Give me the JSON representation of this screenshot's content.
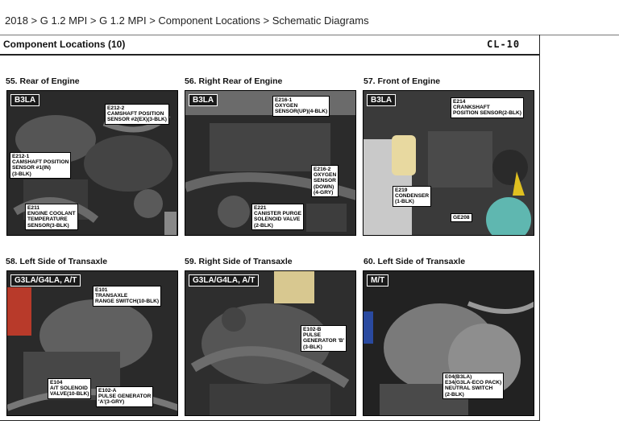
{
  "breadcrumb": "2018 > G 1.2 MPI > G 1.2 MPI > Component Locations > Schematic Diagrams",
  "header": {
    "title": "Component Locations (10)",
    "code": "CL-10"
  },
  "panels": [
    {
      "caption": "55. Rear of Engine",
      "badge": "B3LA",
      "labels": [
        "E212-2\nCAMSHAFT POSITION\nSENSOR #2(EX)(3-BLK)",
        "E212-1\nCAMSHAFT POSITION\nSENSOR #1(IN)\n(3-BLK)",
        "E211\nENGINE COOLANT\nTEMPERATURE\nSENSOR(3-BLK)"
      ]
    },
    {
      "caption": "56. Right Rear of Engine",
      "badge": "B3LA",
      "labels": [
        "E216-1\nOXYGEN\nSENSOR(UP)(4-BLK)",
        "E216-2\nOXYGEN\nSENSOR\n(DOWN)\n(4-GRY)",
        "E221\nCANISTER PURGE\nSOLENOID VALVE\n(2-BLK)"
      ]
    },
    {
      "caption": "57. Front of Engine",
      "badge": "B3LA",
      "labels": [
        "E214\nCRANKSHAFT\nPOSITION SENSOR(2-BLK)",
        "E219\nCONDENSER\n(1-BLK)",
        "GE208"
      ]
    },
    {
      "caption": "58. Left Side of Transaxle",
      "badge": "G3LA/G4LA, A/T",
      "labels": [
        "E101\nTRANSAXLE\nRANGE SWITCH(10-BLK)",
        "E104\nA/T SOLENOID\nVALVE(10-BLK)",
        "E102-A\nPULSE GENERATOR\n'A'(3-GRY)"
      ]
    },
    {
      "caption": "59. Right Side of Transaxle",
      "badge": "G3LA/G4LA, A/T",
      "labels": [
        "E102-B\nPULSE\nGENERATOR 'B'\n(3-BLK)"
      ]
    },
    {
      "caption": "60. Left Side of Transaxle",
      "badge": "M/T",
      "labels": [
        "E04(B3LA)\nE34(G3LA-ECO PACK)\nNEUTRAL SWITCH\n(2-BLK)"
      ]
    }
  ]
}
